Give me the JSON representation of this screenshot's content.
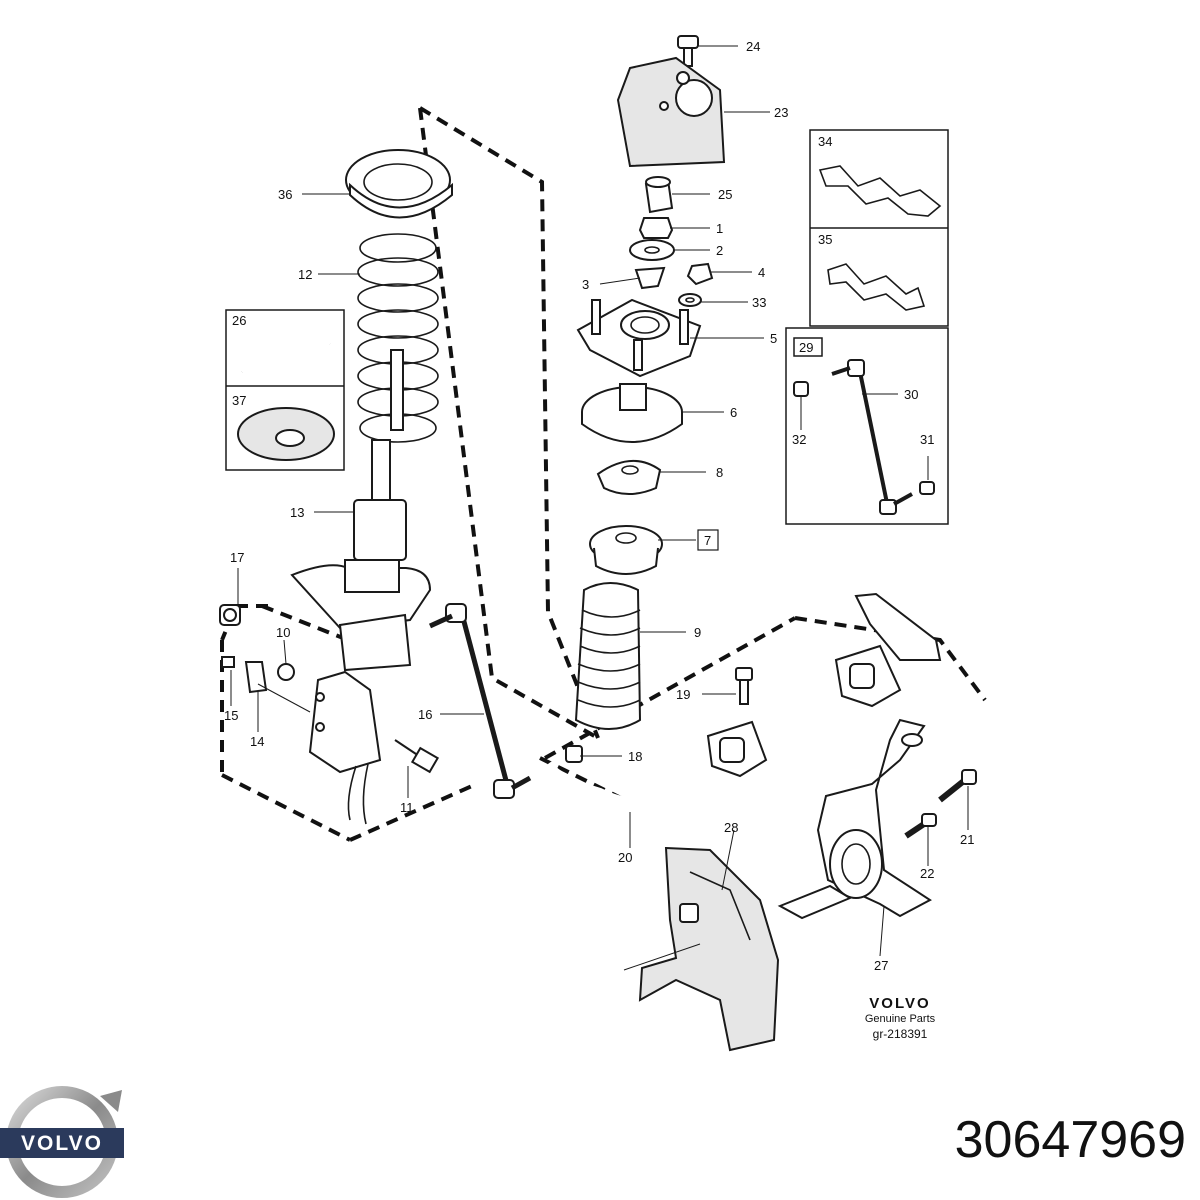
{
  "callouts": {
    "c1": "1",
    "c2": "2",
    "c3": "3",
    "c4": "4",
    "c5": "5",
    "c6": "6",
    "c7": "7",
    "c8": "8",
    "c9": "9",
    "c10": "10",
    "c11": "11",
    "c12": "12",
    "c13": "13",
    "c14": "14",
    "c15": "15",
    "c16": "16",
    "c17": "17",
    "c18": "18",
    "c19": "19",
    "c20": "20",
    "c21": "21",
    "c22": "22",
    "c23": "23",
    "c24": "24",
    "c25": "25",
    "c26": "26",
    "c27": "27",
    "c28": "28",
    "c29": "29",
    "c30": "30",
    "c31": "31",
    "c32": "32",
    "c33": "33",
    "c34": "34",
    "c35": "35",
    "c36": "36",
    "c37": "37"
  },
  "footer": {
    "brand": "VOLVO",
    "genuine_parts": "Genuine Parts",
    "drawing_ref": "gr-218391"
  },
  "logo_text": "VOLVO",
  "part_number": "30647969"
}
